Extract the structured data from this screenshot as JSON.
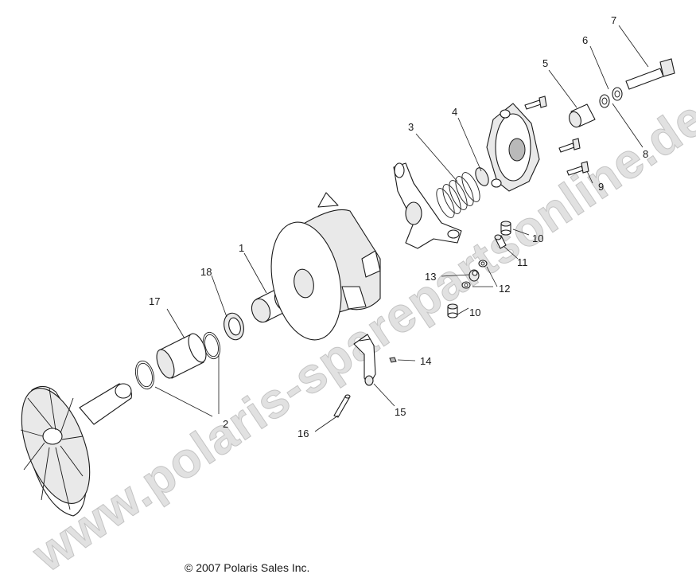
{
  "watermark": "www.polaris-sparepartsonline.de",
  "copyright": "© 2007 Polaris Sales Inc.",
  "callouts": {
    "c1": "1",
    "c2": "2",
    "c3": "3",
    "c4": "4",
    "c5": "5",
    "c6": "6",
    "c7": "7",
    "c8": "8",
    "c9": "9",
    "c10a": "10",
    "c10b": "10",
    "c11": "11",
    "c12": "12",
    "c13": "13",
    "c14": "14",
    "c15": "15",
    "c16": "16",
    "c17": "17",
    "c18": "18"
  }
}
